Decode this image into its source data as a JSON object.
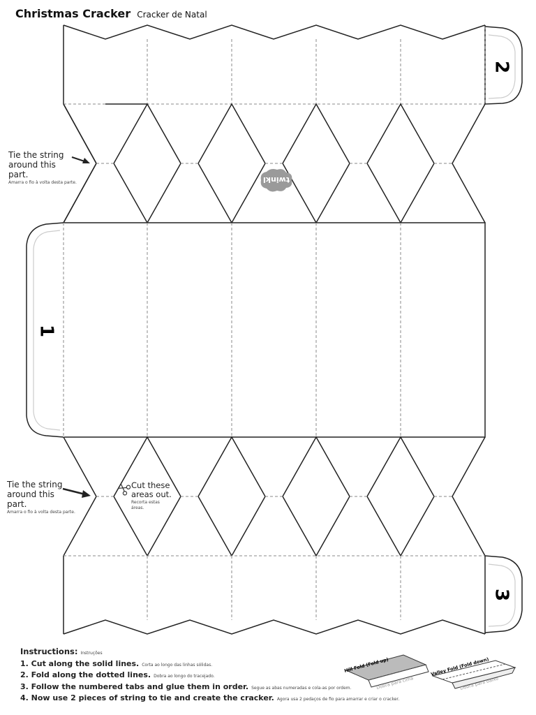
{
  "header": {
    "title": "Christmas Cracker",
    "subtitle": "Cracker de Natal"
  },
  "tabs": [
    {
      "label": "2"
    },
    {
      "label": "1"
    },
    {
      "label": "3"
    }
  ],
  "logo": {
    "text": "twinkl"
  },
  "notes": {
    "tie_top": {
      "en": "Tie the string around this part.",
      "pt": "Amarra o fio à volta desta parte."
    },
    "tie_bottom": {
      "en": "Tie the string around this part.",
      "pt": "Amarra o fio à volta desta parte."
    },
    "cut": {
      "en": "Cut these areas out.",
      "pt": "Recorta estas áreas."
    }
  },
  "icons": {
    "scissors": "scissors-icon",
    "arrow": "arrow-right-icon"
  },
  "instructions": {
    "heading": "Instructions:",
    "heading_pt": "Instruções",
    "steps": [
      {
        "en": "1. Cut along the solid lines.",
        "pt": "Corta ao longo das linhas sólidas."
      },
      {
        "en": "2. Fold along the dotted lines.",
        "pt": "Dobra ao longo do tracejado."
      },
      {
        "en": "3. Follow the numbered tabs and glue them in order.",
        "pt": "Segue as abas numeradas e cola-as por ordem."
      },
      {
        "en": "4. Now use 2 pieces of string to tie and create the cracker.",
        "pt": "Agora usa 2 pedaços de fio para amarrar e criar o cracker."
      }
    ]
  },
  "fold_examples": {
    "hill": {
      "label": "Hill Fold (Fold up)",
      "pt": "Dobra para cima"
    },
    "valley": {
      "label": "Valley Fold (Fold down)",
      "pt": "Dobra para baixo"
    }
  },
  "colors": {
    "line": "#222222",
    "dash": "#888888",
    "tab_inner": "#dddddd",
    "logo": "#9a9a9a"
  }
}
